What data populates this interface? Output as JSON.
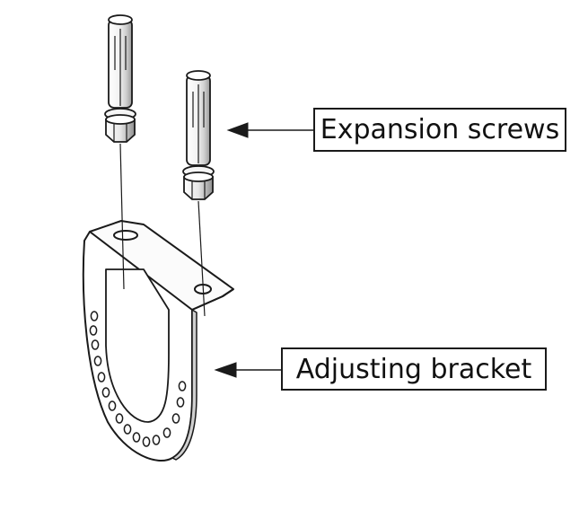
{
  "diagram": {
    "labels": {
      "expansion_screws": "Expansion screws",
      "adjusting_bracket": "Adjusting bracket"
    },
    "colors": {
      "line": "#1a1a1a",
      "shade": "#d9d9d9",
      "background": "#ffffff"
    },
    "bracket_hole_count": 16
  }
}
